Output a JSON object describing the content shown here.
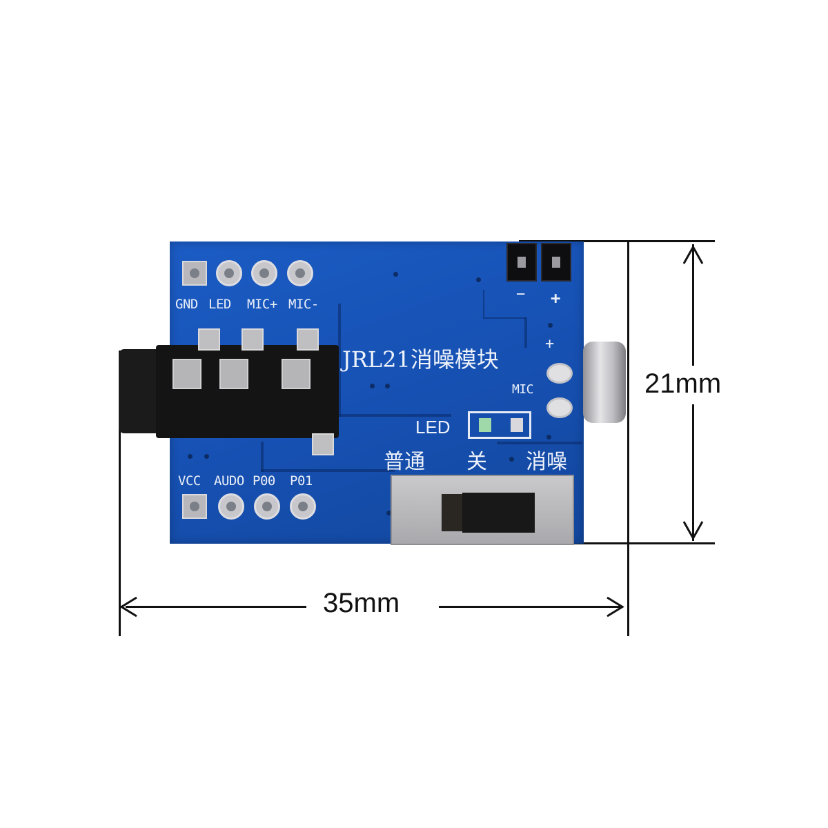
{
  "dimensions": {
    "width_label": "35mm",
    "height_label": "21mm"
  },
  "board": {
    "title": "JRL21消噪模块",
    "top_pins": [
      "GND",
      "LED",
      "MIC+",
      "MIC-"
    ],
    "bottom_pins": [
      "VCC",
      "AUDO",
      "P00",
      "P01"
    ],
    "header_minus": "−",
    "header_plus": "+",
    "mic_label": "MIC",
    "mic_plus": "+",
    "led_label": "LED",
    "switch_labels": {
      "normal": "普通",
      "off": "关",
      "denoise": "消噪"
    }
  },
  "colors": {
    "pcb": "#1752b5",
    "silkscreen": "#e9eef8",
    "dimension_lines": "#111111"
  }
}
